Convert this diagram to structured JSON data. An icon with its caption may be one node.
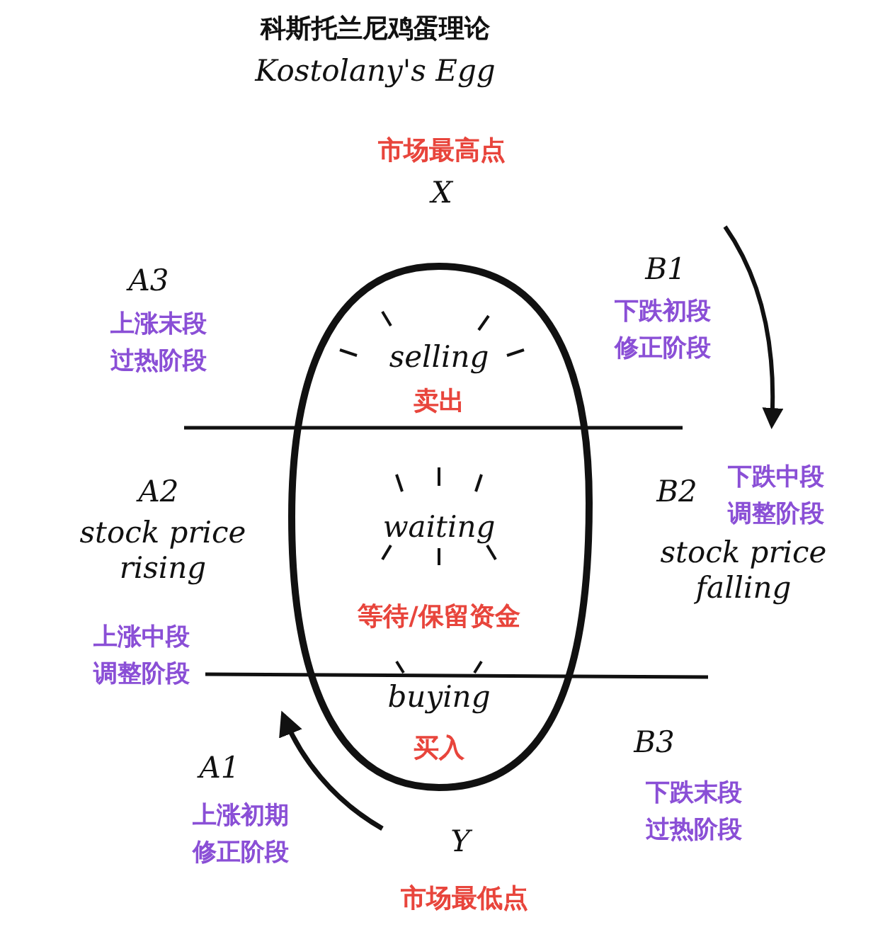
{
  "diagram": {
    "title": "科斯托兰尼鸡蛋理论",
    "nodes": [
      {
        "text": [
          "selling",
          "卖出",
          "waiting",
          "等待/保留资金",
          "buying",
          "买入"
        ]
      }
    ],
    "labels": [
      "Kostolany's Egg",
      "市场最高点",
      "X",
      "A3",
      "上涨末段",
      "过热阶段",
      "B1",
      "下跌初段",
      "修正阶段",
      "A2",
      "stock price rising",
      "B2",
      "下跌中段",
      "调整阶段",
      "stock price falling",
      "上涨中段",
      "调整阶段",
      "A1",
      "B3",
      "上涨初期",
      "修正阶段",
      "下跌末段",
      "过热阶段",
      "Y",
      "市场最低点"
    ]
  }
}
